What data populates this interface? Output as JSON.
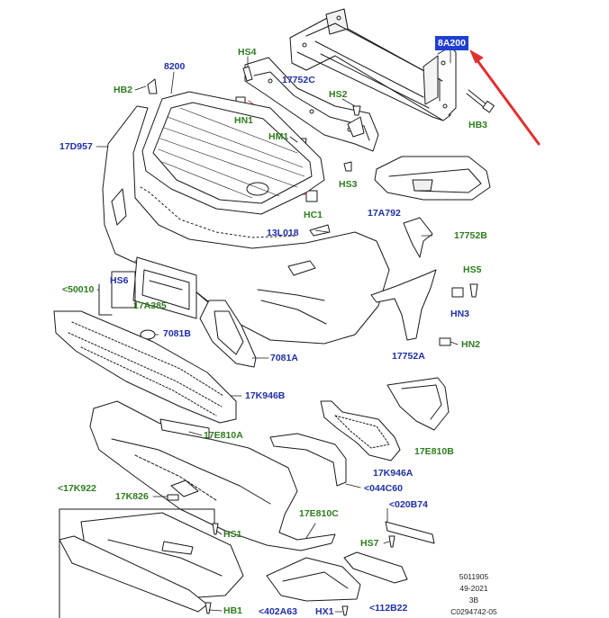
{
  "colors": {
    "green_labels": "#2e7d1e",
    "blue_labels": "#1f2fa8",
    "highlight": "#1f3fd0",
    "arrow": "#e03030"
  },
  "labels": {
    "l_8A200": "8A200",
    "l_HS4": "HS4",
    "l_8200": "8200",
    "l_HB2": "HB2",
    "l_17752C": "17752C",
    "l_HS2": "HS2",
    "l_HB3": "HB3",
    "l_HN1": "HN1",
    "l_HM1": "HM1",
    "l_17D957": "17D957",
    "l_HS3": "HS3",
    "l_HC1": "HC1",
    "l_17A792": "17A792",
    "l_13L018": "13L018",
    "l_17752B": "17752B",
    "l_HS5": "HS5",
    "l_50010": "<50010",
    "l_HS6": "HS6",
    "l_17A385": "17A385",
    "l_HN3": "HN3",
    "l_7081B": "7081B",
    "l_HN2": "HN2",
    "l_7081A": "7081A",
    "l_17752A": "17752A",
    "l_17K946B": "17K946B",
    "l_17E810A": "17E810A",
    "l_17E810B": "17E810B",
    "l_17K946A": "17K946A",
    "l_044C60": "<044C60",
    "l_17K922": "<17K922",
    "l_17K826": "17K826",
    "l_020B74": "<020B74",
    "l_17E810C": "17E810C",
    "l_HS1": "HS1",
    "l_HS7": "HS7",
    "l_402A63": "<402A63",
    "l_HX1": "HX1",
    "l_112B22": "<112B22",
    "l_HB1": "HB1"
  },
  "footer": {
    "line1": "5011905",
    "line2": "49-2021",
    "line3": "3B",
    "line4": "C0294742-05"
  }
}
